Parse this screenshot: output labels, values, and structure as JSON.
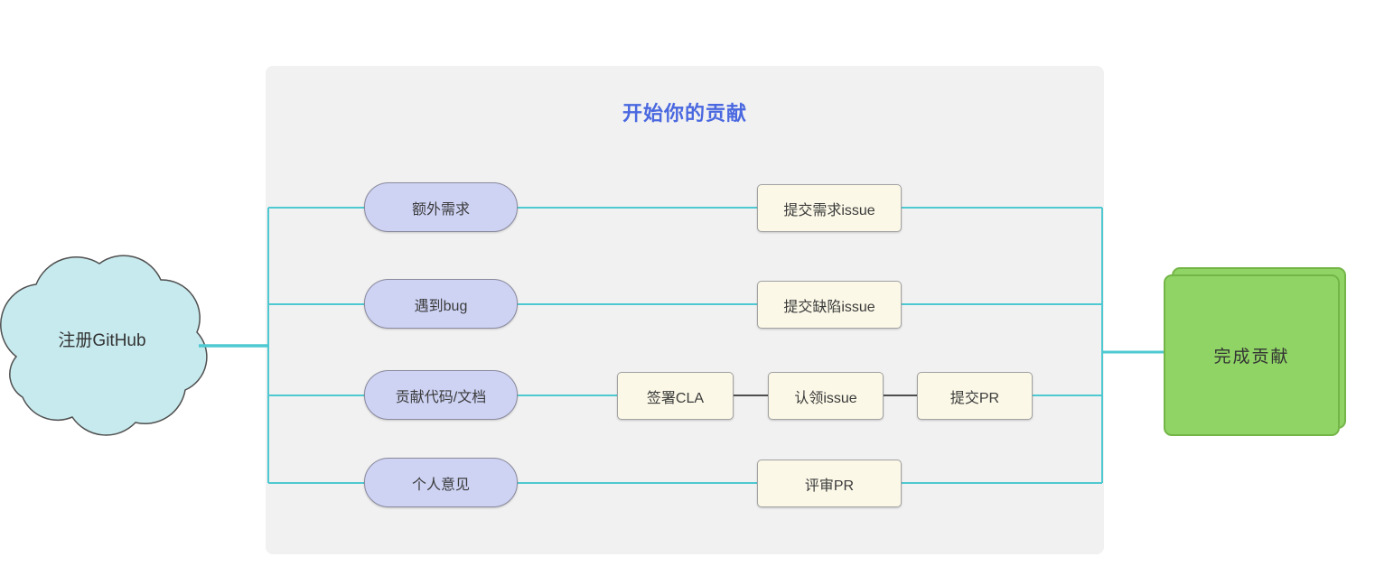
{
  "diagram": {
    "title": "开始你的贡献",
    "start": {
      "label": "注册GitHub"
    },
    "end": {
      "label": "完成贡献"
    },
    "branches": [
      {
        "source": "额外需求",
        "steps": [
          "提交需求issue"
        ]
      },
      {
        "source": "遇到bug",
        "steps": [
          "提交缺陷issue"
        ]
      },
      {
        "source": "贡献代码/文档",
        "steps": [
          "签署CLA",
          "认领issue",
          "提交PR"
        ]
      },
      {
        "source": "个人意见",
        "steps": [
          "评审PR"
        ]
      }
    ],
    "colors": {
      "connector_teal": "#4ec9d1",
      "connector_dark": "#4f4f4f",
      "title_blue": "#4a68e0",
      "cloud_fill": "#c7eaee",
      "branch_fill": "#ced3f4",
      "step_fill": "#fbf8e7",
      "end_fill": "#8fd465",
      "container_bg": "#f1f1f1"
    }
  }
}
